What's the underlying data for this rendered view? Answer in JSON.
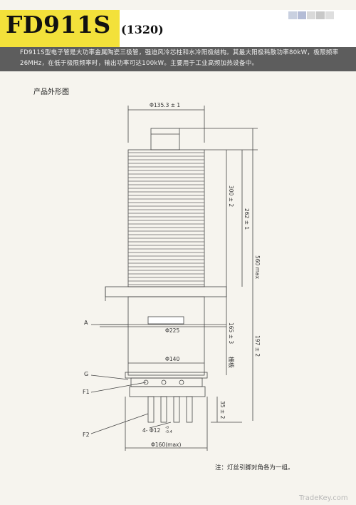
{
  "header": {
    "title": "FD911S",
    "model_code": "(1320)"
  },
  "description": "FD911S型电子管是大功率金属陶瓷三极管，强迫风冷芯柱和水冷阳极结构。其最大阳极耗散功率80kW，极限频率26MHz，在低于极限频率时，输出功率可达100kW。主要用于工业高频加热设备中。",
  "drawing": {
    "section_title": "产品外形图",
    "dimensions": {
      "top_diameter": "Φ135.3 ± 1",
      "height_300": "300 ± 2",
      "height_262": "262 ± 1",
      "height_total": "560 max",
      "flange_diameter": "Φ225",
      "height_165": "165 ± 3",
      "height_197": "197 ± 2",
      "label_grid": "栅极",
      "base_diameter": "Φ140",
      "height_35": "35 ± 2",
      "pin_spec": "4- Φ12",
      "pin_tol_top": "-0",
      "pin_tol_bottom": "-0.4",
      "bottom_diameter": "Φ160(max)"
    },
    "labels": {
      "A": "A",
      "G": "G",
      "F1": "F1",
      "F2": "F2"
    },
    "note": "注：灯丝引脚对角各为一组。"
  },
  "watermark": "TradeKey.com",
  "colors": {
    "accent_yellow": "#f3e13a",
    "band_gray": "#5d5d5d",
    "line": "#444444"
  }
}
